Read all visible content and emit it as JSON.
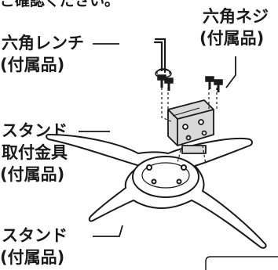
{
  "diagram": {
    "top_text": "ご確認ください。",
    "labels": {
      "hex_wrench": "六角レンチ",
      "hex_wrench_note": "(付属品)",
      "hex_screw": "六角ネジ",
      "hex_screw_note": "(付属品)",
      "stand_bracket_line1": "スタンド",
      "stand_bracket_line2": "取付金具",
      "stand_bracket_note": "(付属品)",
      "stand": "スタンド",
      "stand_note": "(付属品)"
    },
    "colors": {
      "line": "#1a1a1a",
      "bracket_fill": "#d9d9d9",
      "stand_fill": "#ffffff"
    }
  }
}
